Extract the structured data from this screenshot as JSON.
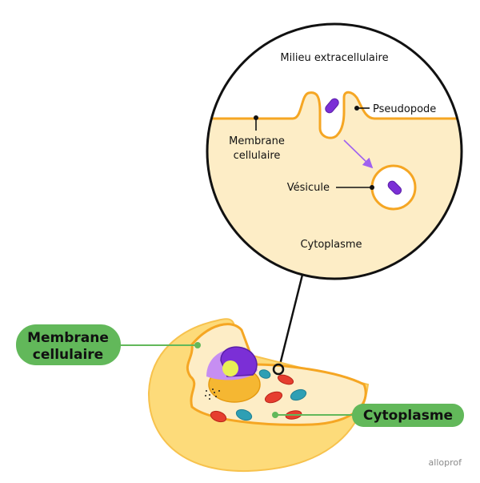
{
  "zoom_view": {
    "extracellular_label": "Milieu extracellulaire",
    "pseudopod_label": "Pseudopode",
    "membrane_label_line1": "Membrane",
    "membrane_label_line2": "cellulaire",
    "vesicle_label": "Vésicule",
    "cytoplasm_label": "Cytoplasme"
  },
  "cell_view": {
    "membrane_callout_line1": "Membrane",
    "membrane_callout_line2": "cellulaire",
    "cytoplasm_callout": "Cytoplasme"
  },
  "brand": "alloprof",
  "colors": {
    "cytoplasm_fill": "#fdedc6",
    "membrane_orange": "#f5a623",
    "particle_purple": "#7b2fd6",
    "arrow_purple": "#a061f0",
    "callout_green": "#62b85a",
    "outline_black": "#111111"
  }
}
